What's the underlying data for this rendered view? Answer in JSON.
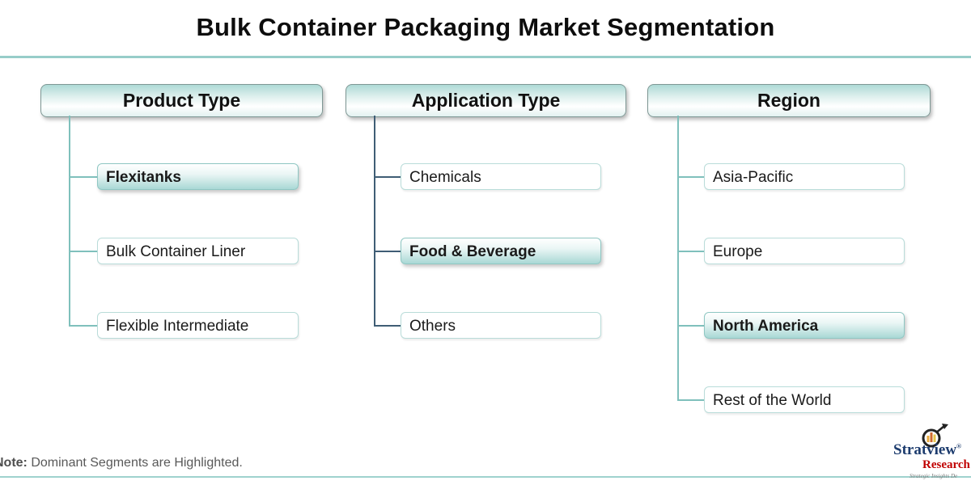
{
  "title": "Bulk Container Packaging Market Segmentation",
  "note": {
    "label": "Note:",
    "text": " Dominant Segments are Highlighted."
  },
  "colors": {
    "teal_connector": "#7fc0bc",
    "navy_connector": "#3f5d75",
    "divider": "#97cdc9",
    "highlight_gradient_end": "#a9d8d5",
    "note_text": "#595959",
    "logo_navy": "#1d3c6e",
    "logo_red": "#c00000"
  },
  "columns": [
    {
      "header": "Product Type",
      "connector_color": "#7fc0bc",
      "items": [
        {
          "label": "Flexitanks",
          "highlighted": true
        },
        {
          "label": "Bulk Container Liner",
          "highlighted": false
        },
        {
          "label": "Flexible Intermediate",
          "highlighted": false
        }
      ]
    },
    {
      "header": "Application Type",
      "connector_color": "#3f5d75",
      "items": [
        {
          "label": "Chemicals",
          "highlighted": false
        },
        {
          "label": "Food & Beverage",
          "highlighted": true
        },
        {
          "label": "Others",
          "highlighted": false
        }
      ]
    },
    {
      "header": "Region",
      "connector_color": "#7fc0bc",
      "items": [
        {
          "label": "Asia-Pacific",
          "highlighted": false
        },
        {
          "label": "Europe",
          "highlighted": false
        },
        {
          "label": "North America",
          "highlighted": true
        },
        {
          "label": "Rest of the World",
          "highlighted": false
        }
      ]
    }
  ],
  "logo": {
    "brand": "Stratview",
    "registered": "®",
    "word2": "Research",
    "tagline": "Strategic Insights De",
    "icon": "magnifier-bar-chart-arrow-icon"
  }
}
